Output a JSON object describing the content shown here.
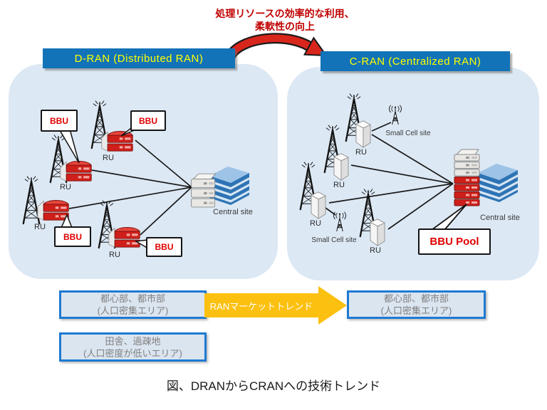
{
  "annotation": {
    "line1": "処理リソースの効率的な利用、",
    "line2": "柔軟性の向上"
  },
  "dran": {
    "title": "D-RAN (Distributed RAN)",
    "bbu_label": "BBU",
    "ru_label": "RU",
    "central_site_label": "Central site"
  },
  "cran": {
    "title": "C-RAN (Centralized RAN)",
    "ru_label": "RU",
    "small_cell_site_label": "Small Cell site",
    "central_site_label": "Central site",
    "bbu_pool_label": "BBU Pool"
  },
  "market_trend": {
    "arrow_label": "RANマーケットトレンド",
    "dran_urban_box": {
      "line1": "都心部、都市部",
      "line2": "(人口密集エリア)"
    },
    "dran_rural_box": {
      "line1": "田舎、過疎地",
      "line2": "(人口密度が低いエリア)"
    },
    "cran_urban_box": {
      "line1": "都心部、都市部",
      "line2": "(人口密集エリア)"
    }
  },
  "caption": "図、DRANからCRANへの技術トレンド",
  "colors": {
    "header_bg": "#1273b8",
    "header_text": "#ffff00",
    "panel_bg": "#dce8f4",
    "annotation_red": "#c00000",
    "transition_arrow_red": "#d9261c",
    "bbu_server_red": "#cf1f1a",
    "market_arrow_yellow": "#fcc010",
    "area_box_border": "#1e7ad2",
    "area_box_bg": "#dbe5f0",
    "area_box_text": "#7f7f7f"
  }
}
